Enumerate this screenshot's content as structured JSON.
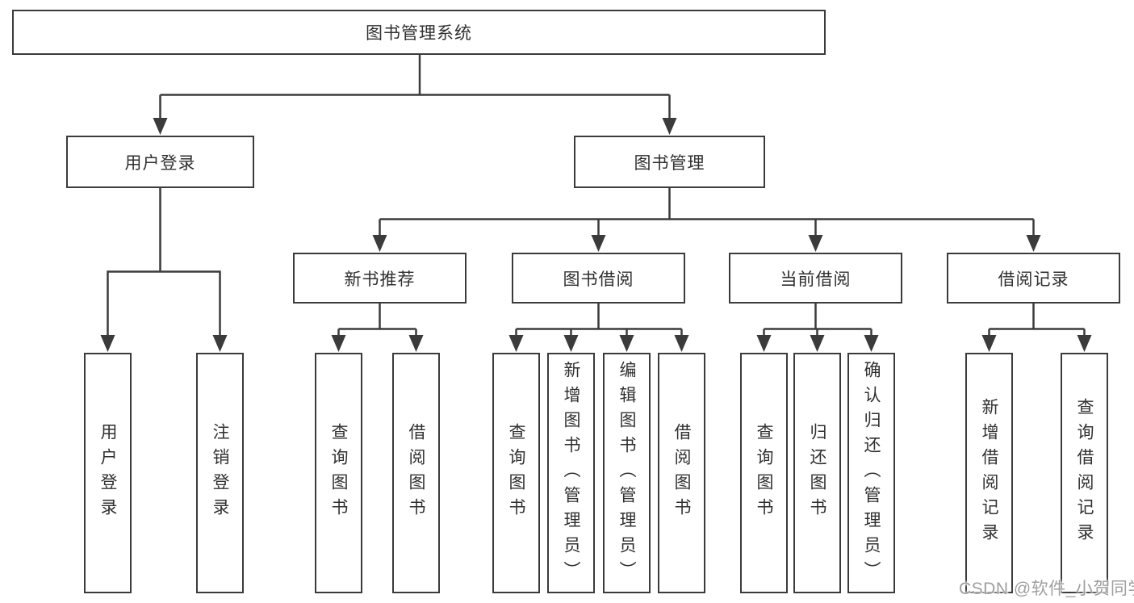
{
  "diagram": {
    "root": {
      "label": "图书管理系统"
    },
    "level2": [
      {
        "label": "用户登录"
      },
      {
        "label": "图书管理"
      }
    ],
    "level3": [
      {
        "label": "新书推荐"
      },
      {
        "label": "图书借阅"
      },
      {
        "label": "当前借阅"
      },
      {
        "label": "借阅记录"
      }
    ],
    "leaves": [
      {
        "label": "用户登录"
      },
      {
        "label": "注销登录"
      },
      {
        "label": "查询图书"
      },
      {
        "label": "借阅图书"
      },
      {
        "label": "查询图书"
      },
      {
        "label": "新增图书（管理员）"
      },
      {
        "label": "编辑图书（管理员）"
      },
      {
        "label": "借阅图书"
      },
      {
        "label": "查询图书"
      },
      {
        "label": "归还图书"
      },
      {
        "label": "确认归还（管理员）"
      },
      {
        "label": "新增借阅记录"
      },
      {
        "label": "查询借阅记录"
      }
    ]
  },
  "watermark": {
    "text": "CSDN @软件_小贺同学"
  },
  "colors": {
    "line": "#3b3b3b",
    "text": "#303030",
    "background": "#ffffff",
    "watermark": "#9f9f9f"
  }
}
